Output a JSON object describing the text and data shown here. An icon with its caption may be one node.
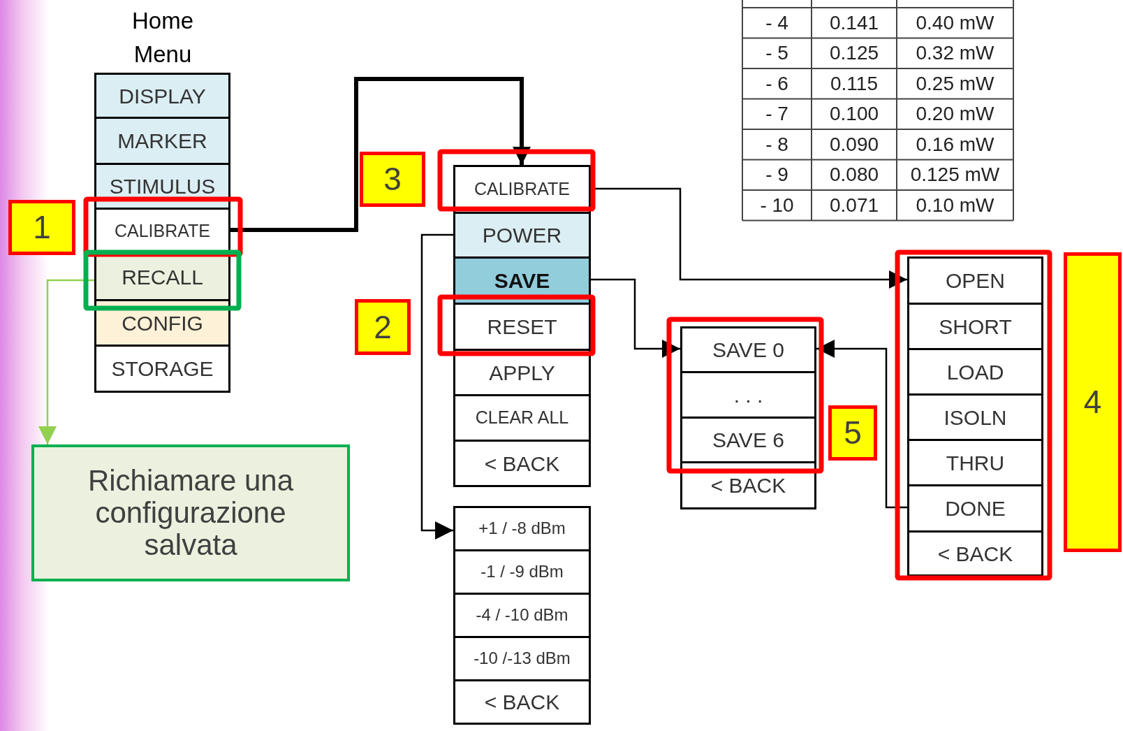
{
  "diagram": {
    "nodes": [
      {
        "text": [
          "DISPLAY"
        ]
      },
      {
        "text": [
          "MARKER"
        ]
      },
      {
        "text": [
          "STIMULUS"
        ]
      },
      {
        "text": [
          "CALIBRATE"
        ]
      },
      {
        "text": [
          "RECALL"
        ]
      },
      {
        "text": [
          "CONFIG"
        ]
      },
      {
        "text": [
          "STORAGE"
        ]
      },
      {
        "text": [
          "1"
        ]
      },
      {
        "text": [
          "CALIBRATE"
        ]
      },
      {
        "text": [
          "POWER"
        ]
      },
      {
        "text": [
          "SAVE"
        ]
      },
      {
        "text": [
          "RESET"
        ]
      },
      {
        "text": [
          "APPLY"
        ]
      },
      {
        "text": [
          "CLEAR ALL"
        ]
      },
      {
        "text": [
          "< BACK"
        ]
      },
      {
        "text": [
          "3"
        ]
      },
      {
        "text": [
          "2"
        ]
      },
      {
        "text": [
          "+1 / -8 dBm"
        ]
      },
      {
        "text": [
          "-1 / -9 dBm"
        ]
      },
      {
        "text": [
          "-4 / -10 dBm"
        ]
      },
      {
        "text": [
          "-10 /-13 dBm"
        ]
      },
      {
        "text": [
          "< BACK"
        ]
      },
      {
        "text": [
          "SAVE 0"
        ]
      },
      {
        "text": [
          ". . ."
        ]
      },
      {
        "text": [
          "SAVE 6"
        ]
      },
      {
        "text": [
          "< BACK"
        ]
      },
      {
        "text": [
          "5"
        ]
      },
      {
        "text": [
          "OPEN"
        ]
      },
      {
        "text": [
          "SHORT"
        ]
      },
      {
        "text": [
          "LOAD"
        ]
      },
      {
        "text": [
          "ISOLN"
        ]
      },
      {
        "text": [
          "THRU"
        ]
      },
      {
        "text": [
          "DONE"
        ]
      },
      {
        "text": [
          "< BACK"
        ]
      },
      {
        "text": [
          "4"
        ]
      },
      {
        "text": [
          "Richiamare una configurazione salvata"
        ]
      }
    ],
    "edges": [
      {
        "from": 3,
        "to": 8,
        "arrow": "to",
        "style": "thick"
      },
      {
        "from": 9,
        "to": 17,
        "arrow": "to"
      },
      {
        "from": 10,
        "to": 22,
        "arrow": "to"
      },
      {
        "from": 8,
        "to": 27,
        "arrow": "to"
      },
      {
        "from": 32,
        "to": 22,
        "arrow": "to"
      },
      {
        "from": 4,
        "to": 35,
        "arrow": "to",
        "color": "#92d050"
      }
    ],
    "labels": [
      "Home Menu",
      "- 4",
      "0.141",
      "0.40 mW",
      "- 5",
      "0.125",
      "0.32 mW",
      "- 6",
      "0.115",
      "0.25 mW",
      "- 7",
      "0.100",
      "0.20 mW",
      "- 8",
      "0.090",
      "0.16 mW",
      "- 9",
      "0.080",
      "0.125 mW",
      "- 10",
      "0.071",
      "0.10 mW"
    ]
  }
}
